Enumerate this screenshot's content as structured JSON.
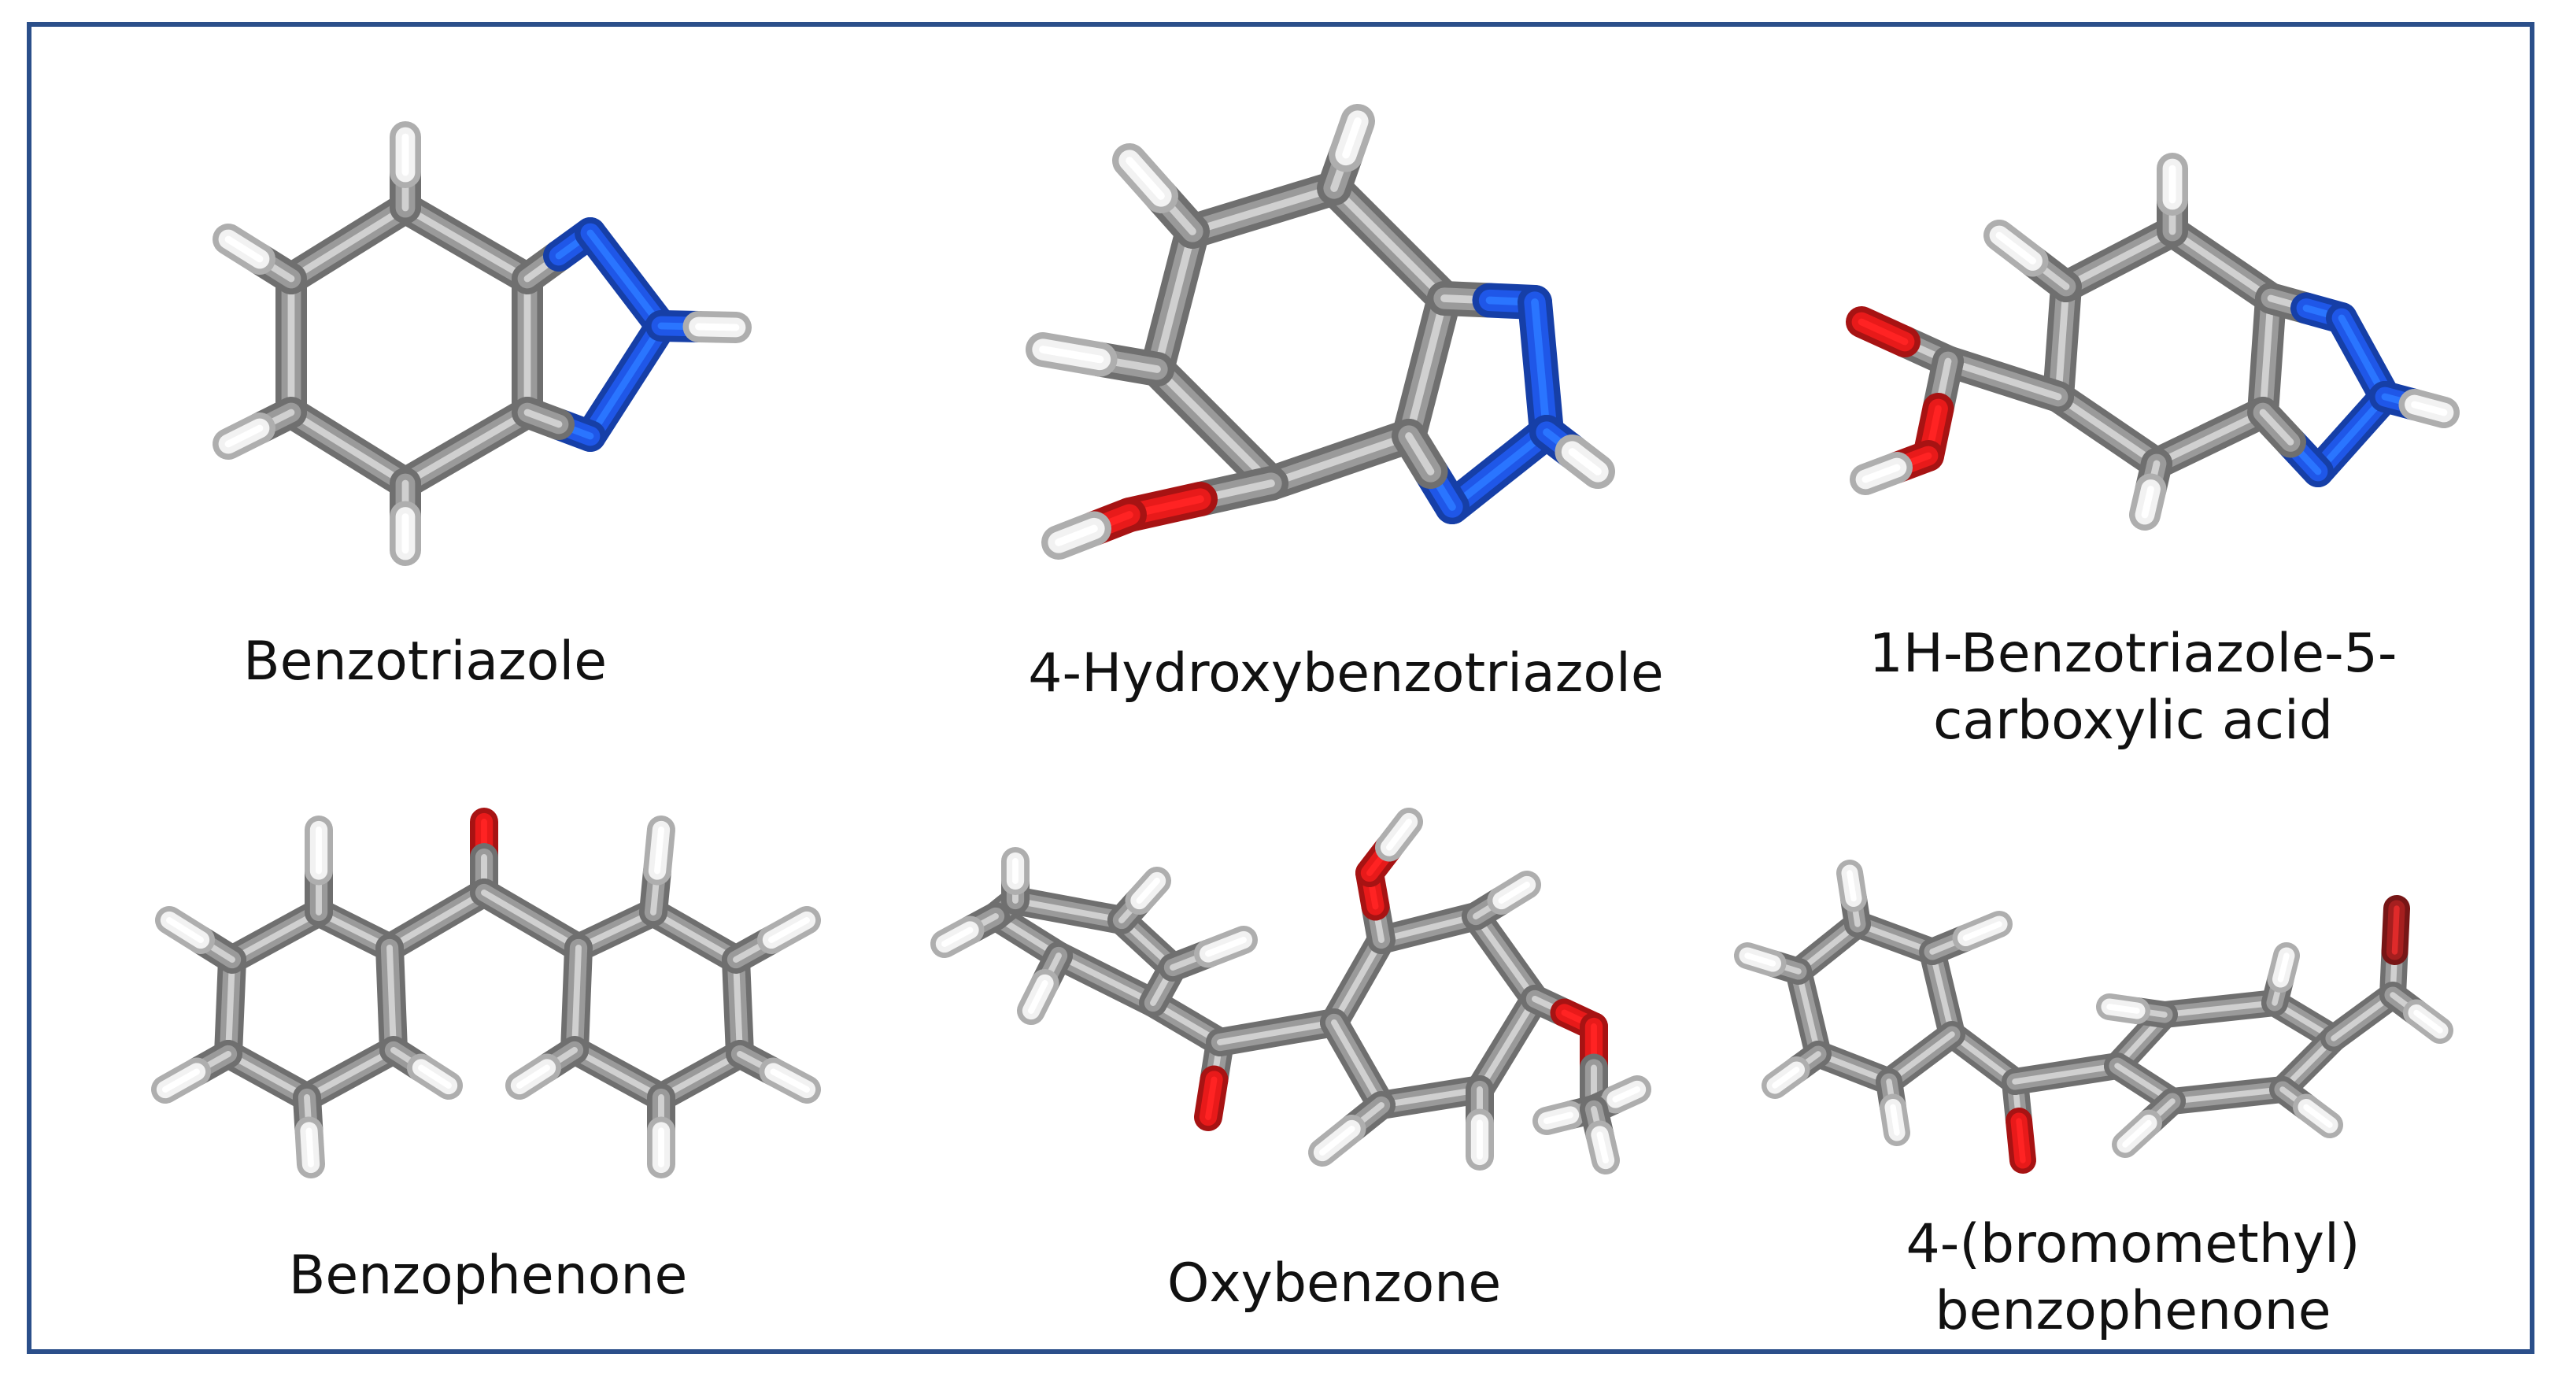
{
  "molecules": [
    {
      "name": "Benzotriazole"
    },
    {
      "name": "4-Hydroxybenzotriazole"
    },
    {
      "name_line1": "1H-Benzotriazole-5-",
      "name_line2": "carboxylic acid"
    },
    {
      "name": "Benzophenone"
    },
    {
      "name": "Oxybenzone"
    },
    {
      "name_line1": "4-(bromomethyl)",
      "name_line2": "benzophenone"
    }
  ],
  "atom_colors": {
    "carbon": "#9a9a9a",
    "hydrogen": "#f2f2f2",
    "nitrogen": "#1f57e8",
    "oxygen": "#e81a1a",
    "bromine": "#a51f1f"
  }
}
